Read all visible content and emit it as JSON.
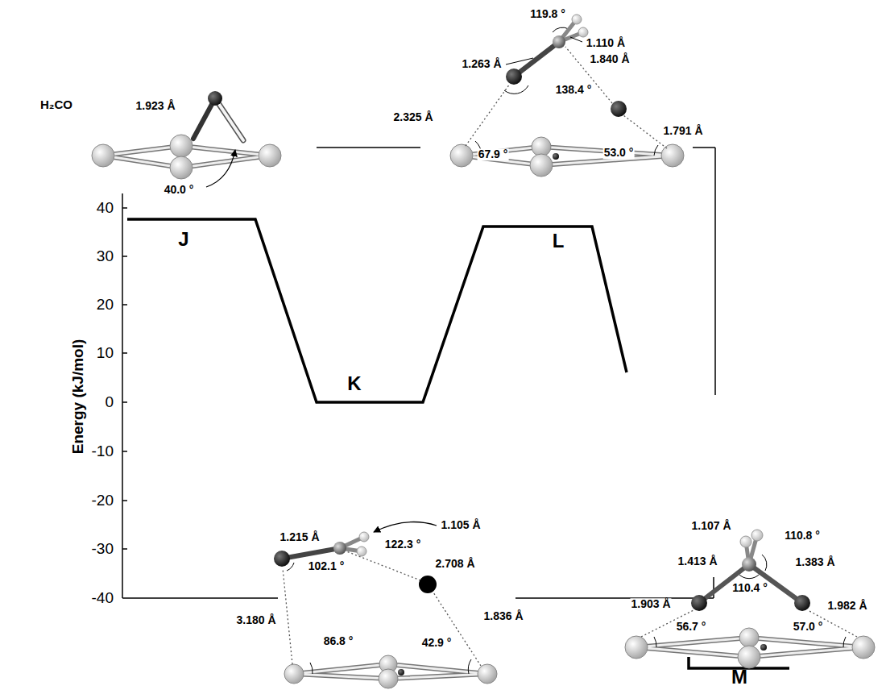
{
  "diagram": {
    "labels": [
      "119.8 °",
      "1.263 Å",
      "1.110 Å",
      "1.840 Å",
      "H₂CO",
      "1.923 Å",
      "138.4 °",
      "2.325 Å",
      "67.9 °",
      "53.0 °",
      "1.791 Å",
      "40.0 °",
      "40",
      "J",
      "L",
      "30",
      "20",
      "10",
      "Energy (kJ/mol)",
      "K",
      "0",
      "1.107 Å",
      "1.105 Å",
      "110.8 °",
      "1.215 Å",
      "1.413 Å",
      "1.383 Å",
      "-10",
      "122.3 °",
      "102.1 °",
      "2.708 Å",
      "110.4 °",
      "-20",
      "1.903 Å",
      "1.982 Å",
      "3.180 Å",
      "1.836 Å",
      "56.7 °",
      "57.0 °",
      "-30",
      "86.8 °",
      "42.9 °",
      "-40",
      "M"
    ]
  }
}
